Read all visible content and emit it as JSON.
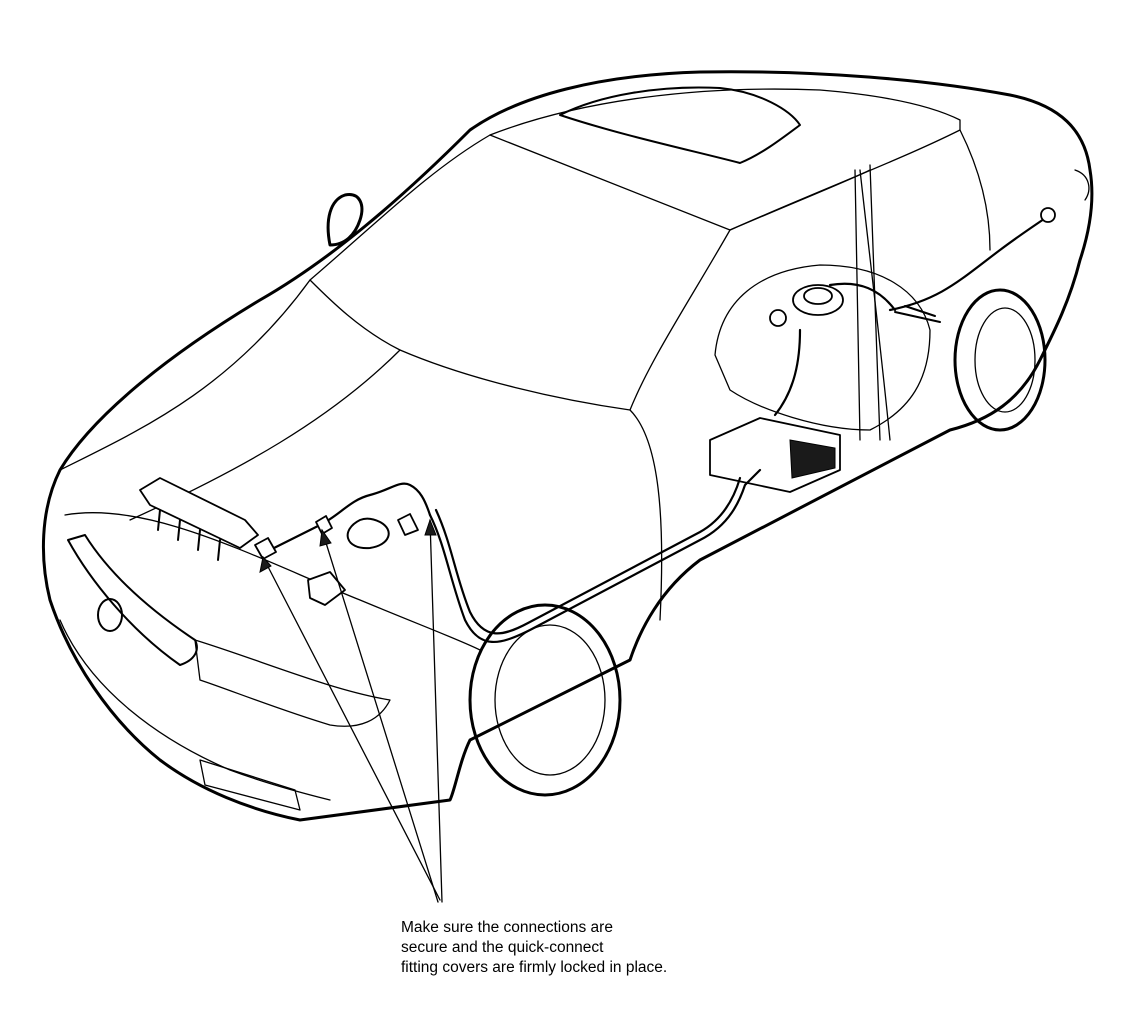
{
  "note": {
    "line1": "Make sure the connections are",
    "line2": "secure and the quick-connect",
    "line3": "fitting covers are firmly locked in place."
  },
  "colors": {
    "ink": "#000000",
    "paper": "#ffffff"
  }
}
